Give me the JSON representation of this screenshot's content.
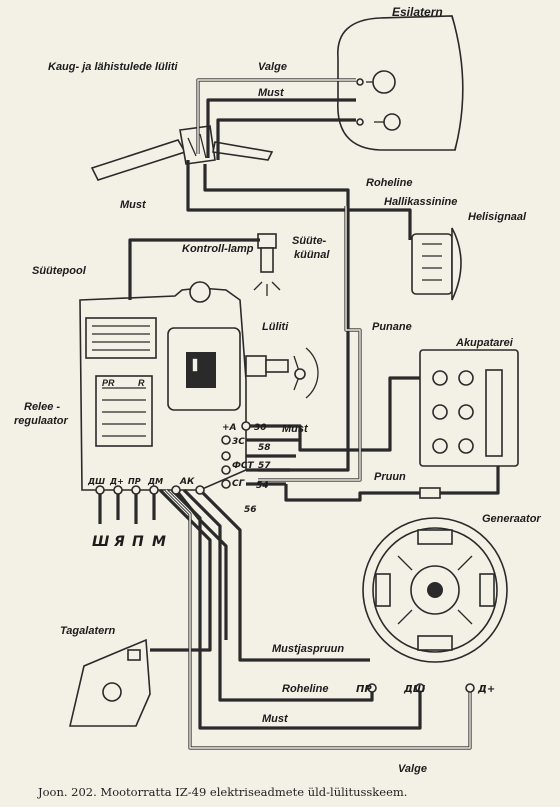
{
  "labels": {
    "esilatern": "Esilatern",
    "kaug": "Kaug- ja lähistulede lüliti",
    "valge_top": "Valge",
    "must_top": "Must",
    "must_left": "Must",
    "roheline_top": "Roheline",
    "hallikassinine": "Hallikassinine",
    "helisignaal": "Helisignaal",
    "kontroll_lamp": "Kontroll-lamp",
    "suute_kuunal": "Süüte-\nküünal",
    "suutepool": "Süütepool",
    "luliti": "Lüliti",
    "punane": "Punane",
    "akupatarei": "Akupatarei",
    "relee": "Relee -\nregulaator",
    "must_mid": "Must",
    "pruun": "Pruun",
    "generaator": "Generaator",
    "tagalatern": "Tagalatern",
    "mustjaspruun": "Mustjaspruun",
    "roheline_bottom": "Roheline",
    "must_bottom": "Must",
    "valge_bottom": "Valge"
  },
  "terminals": {
    "t30": "30",
    "t58": "58",
    "t57": "57",
    "t54": "54",
    "t56": "56",
    "plus_a": "+A",
    "c3": "3С",
    "fct": "ФСТ",
    "cg": "СГ",
    "ak": "АК",
    "dsh": "ДШ",
    "d_plus": "Д+",
    "pr": "ПР",
    "dm": "ДМ",
    "relee_pr": "PR",
    "relee_r": "R",
    "gen_pr": "ПР",
    "gen_dsh": "ДШ",
    "gen_d": "Д+"
  },
  "letters": {
    "sh": "Ш",
    "ya": "Я",
    "p": "П",
    "m": "М"
  },
  "caption": "Joon. 202. Mootorratta IZ-49 elektriseadmete üld-lülitusskeem."
}
